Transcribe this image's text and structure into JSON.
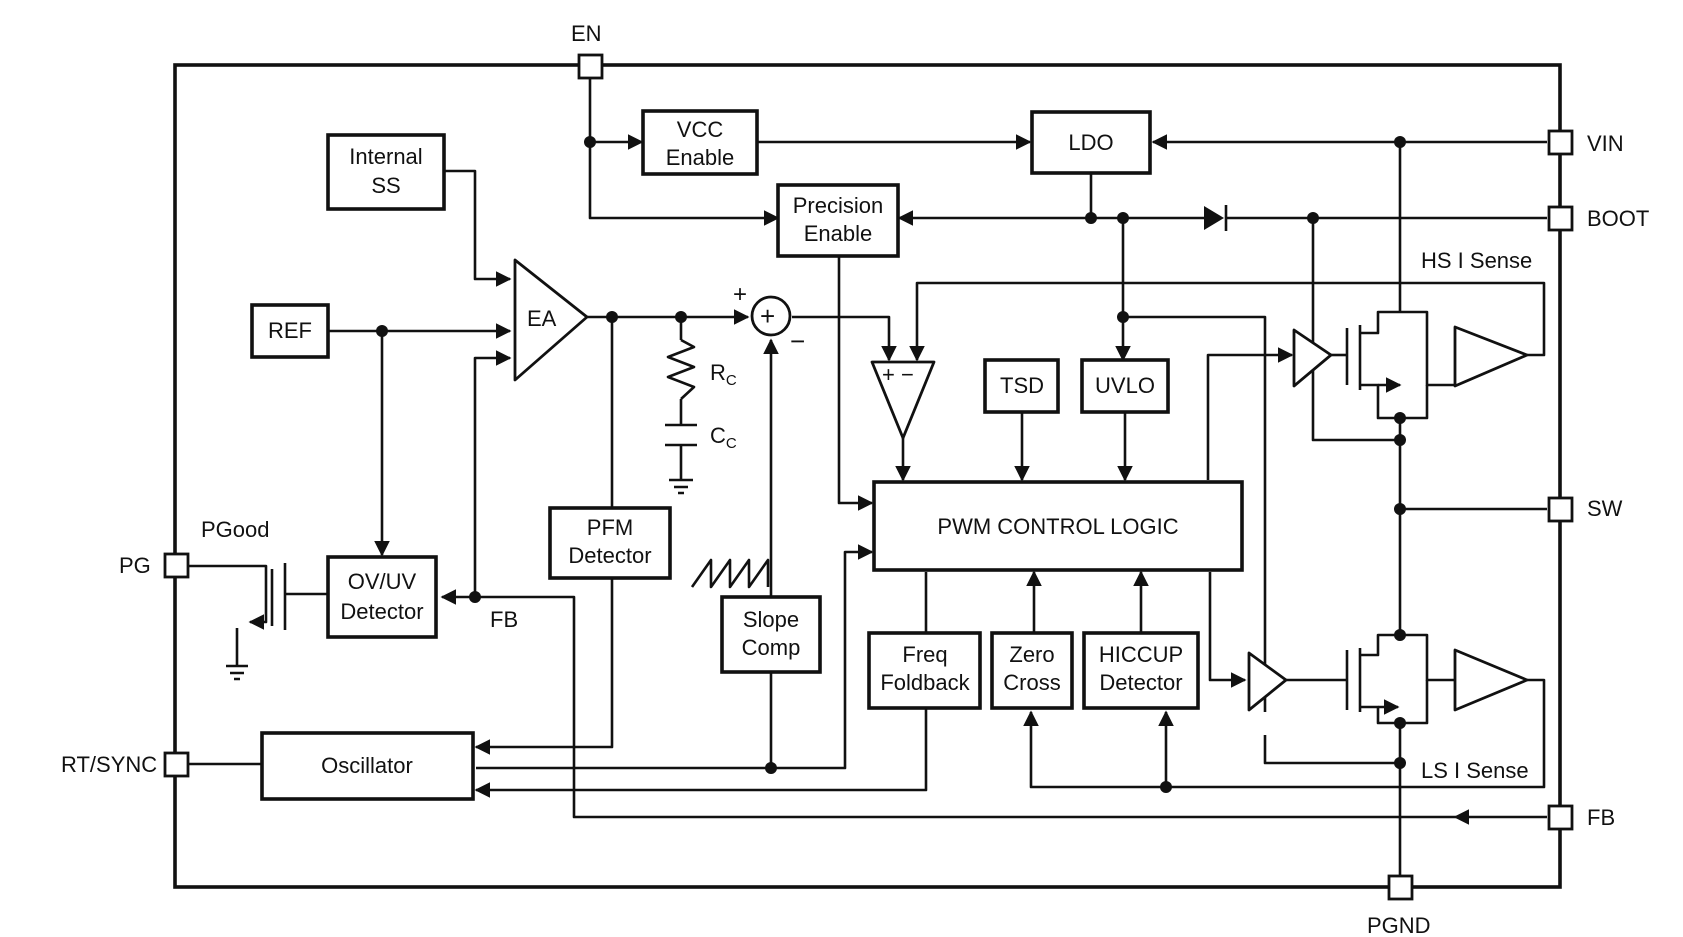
{
  "pins": {
    "en": "EN",
    "vin": "VIN",
    "boot": "BOOT",
    "sw": "SW",
    "fb_right": "FB",
    "pgnd": "PGND",
    "pg": "PG",
    "rt_sync": "RT/SYNC"
  },
  "blocks": {
    "vcc_enable": [
      "VCC",
      "Enable"
    ],
    "ldo": "LDO",
    "internal_ss": [
      "Internal",
      "SS"
    ],
    "precision_enable": [
      "Precision",
      "Enable"
    ],
    "ref": "REF",
    "ea": "EA",
    "tsd": "TSD",
    "uvlo": "UVLO",
    "pwm_control_logic": "PWM CONTROL LOGIC",
    "pfm_detector": [
      "PFM",
      "Detector"
    ],
    "ov_uv_detector": [
      "OV/UV",
      "Detector"
    ],
    "slope_comp": [
      "Slope",
      "Comp"
    ],
    "freq_foldback": [
      "Freq",
      "Foldback"
    ],
    "zero_cross": [
      "Zero",
      "Cross"
    ],
    "hiccup_detector": [
      "HICCUP",
      "Detector"
    ],
    "oscillator": "Oscillator"
  },
  "labels": {
    "pgood": "PGood",
    "fb_internal": "FB",
    "hs_i_sense": "HS I Sense",
    "ls_i_sense": "LS I Sense",
    "rc_main": "R",
    "rc_sub": "C",
    "cc_main": "C",
    "cc_sub": "C",
    "plus": "+",
    "minus": "−",
    "comp_signs": "+ −"
  }
}
